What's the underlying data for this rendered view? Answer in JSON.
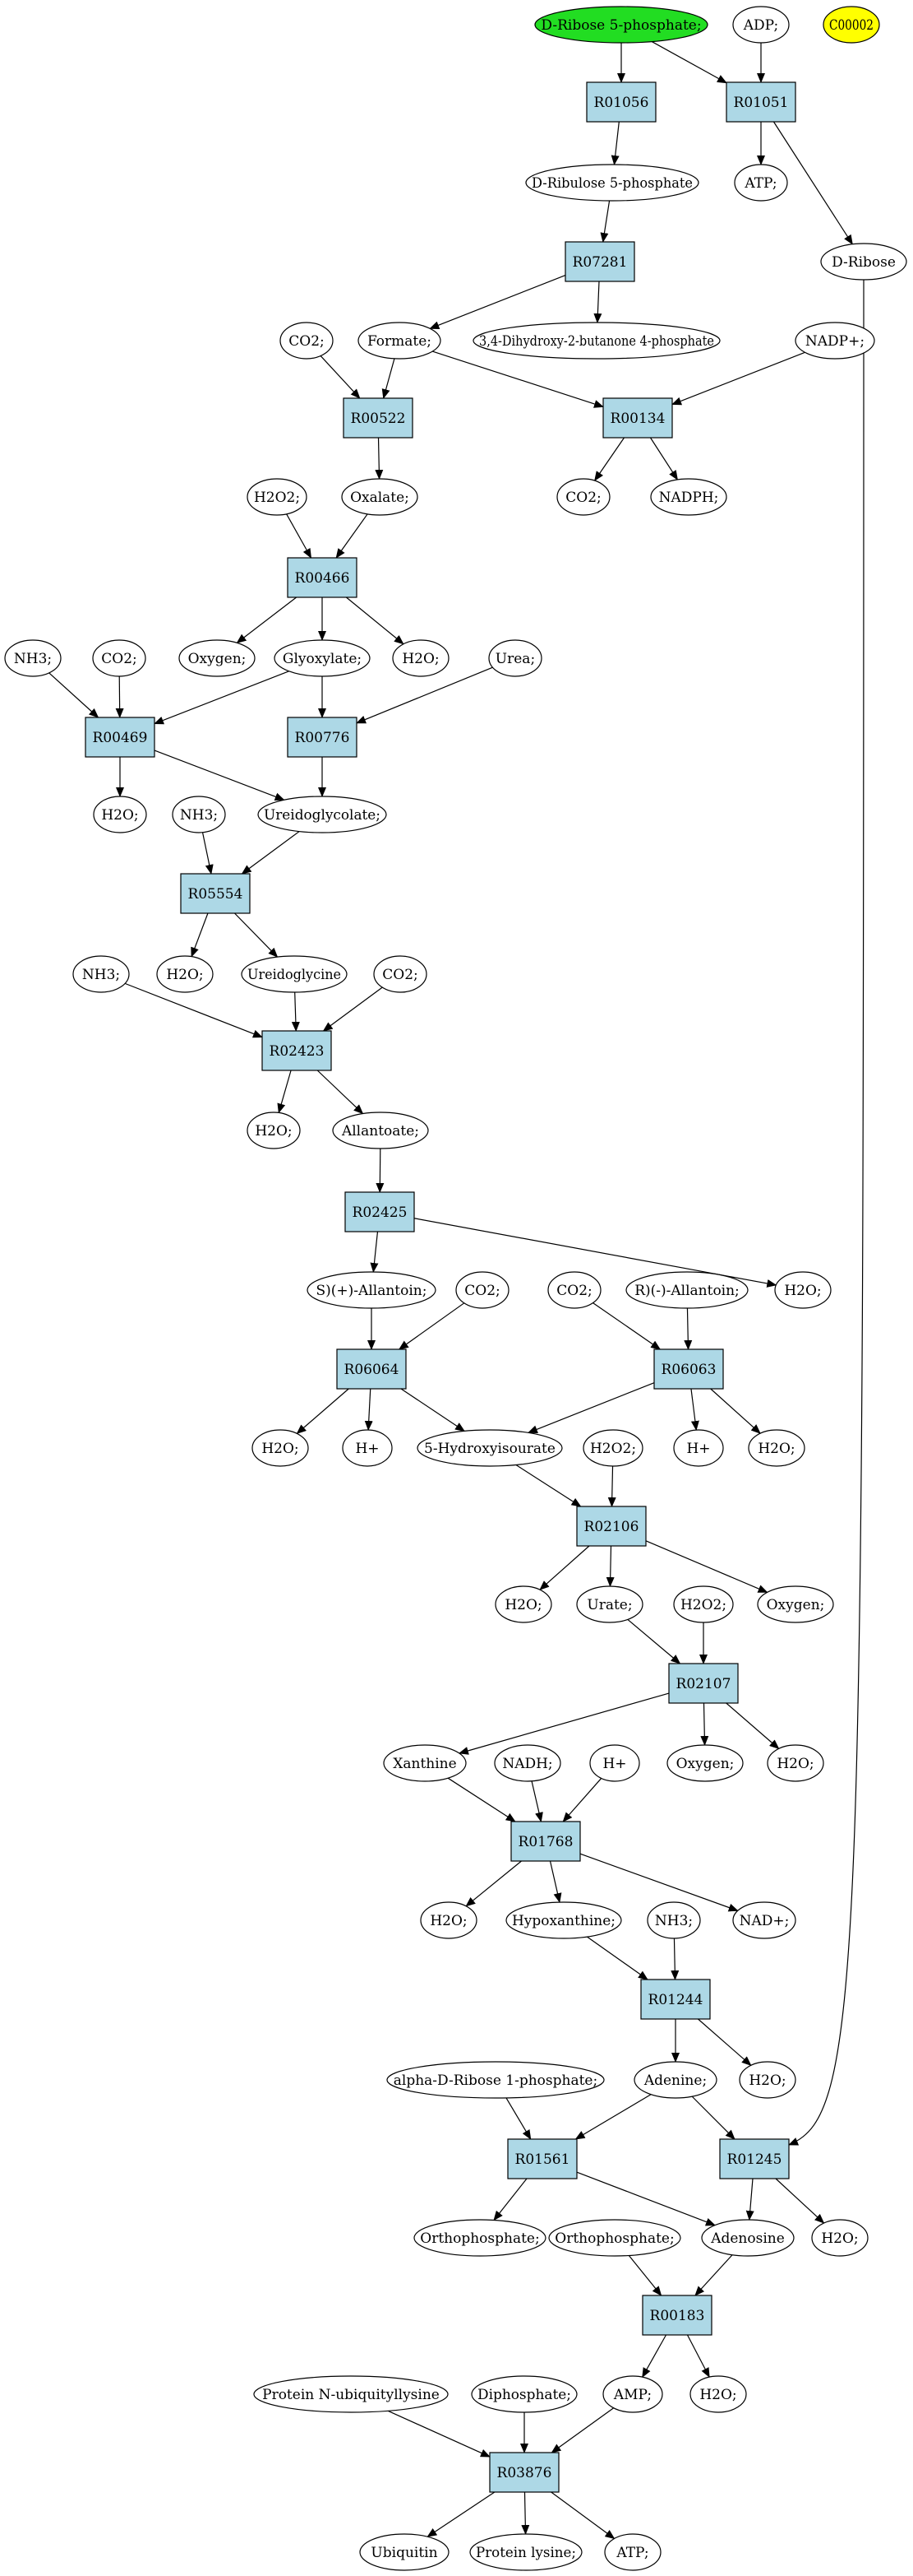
{
  "colors": {
    "reaction": "#add8e6",
    "compound": "#ffffff",
    "highlight_start": "#22dd22",
    "highlight_special": "#ffff00"
  },
  "nodes": [
    {
      "id": "ribose5p",
      "kind": "compound",
      "label": "D-Ribose 5-phosphate;",
      "fill": "#22dd22"
    },
    {
      "id": "adp",
      "kind": "compound",
      "label": "ADP;"
    },
    {
      "id": "c00002",
      "kind": "compound",
      "label": "C00002",
      "fill": "#ffff00"
    },
    {
      "id": "r01056",
      "kind": "reaction",
      "label": "R01056"
    },
    {
      "id": "r01051",
      "kind": "reaction",
      "label": "R01051"
    },
    {
      "id": "ribulose5p",
      "kind": "compound",
      "label": "D-Ribulose 5-phosphate"
    },
    {
      "id": "atp1",
      "kind": "compound",
      "label": "ATP;"
    },
    {
      "id": "dribose",
      "kind": "compound",
      "label": "D-Ribose"
    },
    {
      "id": "r07281",
      "kind": "reaction",
      "label": "R07281"
    },
    {
      "id": "co2a",
      "kind": "compound",
      "label": "CO2;"
    },
    {
      "id": "formate",
      "kind": "compound",
      "label": "Formate;"
    },
    {
      "id": "dihydroxy",
      "kind": "compound",
      "label": "3,4-Dihydroxy-2-butanone 4-phosphate"
    },
    {
      "id": "nadp",
      "kind": "compound",
      "label": "NADP+;"
    },
    {
      "id": "r00522",
      "kind": "reaction",
      "label": "R00522"
    },
    {
      "id": "r00134",
      "kind": "reaction",
      "label": "R00134"
    },
    {
      "id": "co2b",
      "kind": "compound",
      "label": "CO2;"
    },
    {
      "id": "nadph",
      "kind": "compound",
      "label": "NADPH;"
    },
    {
      "id": "h2o2a",
      "kind": "compound",
      "label": "H2O2;"
    },
    {
      "id": "oxalate",
      "kind": "compound",
      "label": "Oxalate;"
    },
    {
      "id": "r00466",
      "kind": "reaction",
      "label": "R00466"
    },
    {
      "id": "nh3a",
      "kind": "compound",
      "label": "NH3;"
    },
    {
      "id": "co2c",
      "kind": "compound",
      "label": "CO2;"
    },
    {
      "id": "oxygen1",
      "kind": "compound",
      "label": "Oxygen;"
    },
    {
      "id": "glyoxylate",
      "kind": "compound",
      "label": "Glyoxylate;"
    },
    {
      "id": "h2oa",
      "kind": "compound",
      "label": "H2O;"
    },
    {
      "id": "urea",
      "kind": "compound",
      "label": "Urea;"
    },
    {
      "id": "r00469",
      "kind": "reaction",
      "label": "R00469"
    },
    {
      "id": "r00776",
      "kind": "reaction",
      "label": "R00776"
    },
    {
      "id": "h2ob",
      "kind": "compound",
      "label": "H2O;"
    },
    {
      "id": "nh3b",
      "kind": "compound",
      "label": "NH3;"
    },
    {
      "id": "ureidoglycolate",
      "kind": "compound",
      "label": "Ureidoglycolate;"
    },
    {
      "id": "r05554",
      "kind": "reaction",
      "label": "R05554"
    },
    {
      "id": "nh3c",
      "kind": "compound",
      "label": "NH3;"
    },
    {
      "id": "h2oc",
      "kind": "compound",
      "label": "H2O;"
    },
    {
      "id": "ureidoglycine",
      "kind": "compound",
      "label": "Ureidoglycine"
    },
    {
      "id": "co2d",
      "kind": "compound",
      "label": "CO2;"
    },
    {
      "id": "r02423",
      "kind": "reaction",
      "label": "R02423"
    },
    {
      "id": "h2od",
      "kind": "compound",
      "label": "H2O;"
    },
    {
      "id": "allantoate",
      "kind": "compound",
      "label": "Allantoate;"
    },
    {
      "id": "r02425",
      "kind": "reaction",
      "label": "R02425"
    },
    {
      "id": "sallantoin",
      "kind": "compound",
      "label": "S)(+)-Allantoin;"
    },
    {
      "id": "co2e",
      "kind": "compound",
      "label": "CO2;"
    },
    {
      "id": "co2f",
      "kind": "compound",
      "label": "CO2;"
    },
    {
      "id": "rallantoin",
      "kind": "compound",
      "label": "R)(-)-Allantoin;"
    },
    {
      "id": "h2oe",
      "kind": "compound",
      "label": "H2O;"
    },
    {
      "id": "r06064",
      "kind": "reaction",
      "label": "R06064"
    },
    {
      "id": "r06063",
      "kind": "reaction",
      "label": "R06063"
    },
    {
      "id": "h2of",
      "kind": "compound",
      "label": "H2O;"
    },
    {
      "id": "hplus1",
      "kind": "compound",
      "label": "H+"
    },
    {
      "id": "hydroxyisourate",
      "kind": "compound",
      "label": "5-Hydroxyisourate"
    },
    {
      "id": "h2o2b",
      "kind": "compound",
      "label": "H2O2;"
    },
    {
      "id": "hplus2",
      "kind": "compound",
      "label": "H+"
    },
    {
      "id": "h2og",
      "kind": "compound",
      "label": "H2O;"
    },
    {
      "id": "r02106",
      "kind": "reaction",
      "label": "R02106"
    },
    {
      "id": "h2oh",
      "kind": "compound",
      "label": "H2O;"
    },
    {
      "id": "urate",
      "kind": "compound",
      "label": "Urate;"
    },
    {
      "id": "h2o2c",
      "kind": "compound",
      "label": "H2O2;"
    },
    {
      "id": "oxygen2",
      "kind": "compound",
      "label": "Oxygen;"
    },
    {
      "id": "r02107",
      "kind": "reaction",
      "label": "R02107"
    },
    {
      "id": "xanthine",
      "kind": "compound",
      "label": "Xanthine"
    },
    {
      "id": "nadh",
      "kind": "compound",
      "label": "NADH;"
    },
    {
      "id": "hplus3",
      "kind": "compound",
      "label": "H+"
    },
    {
      "id": "oxygen3",
      "kind": "compound",
      "label": "Oxygen;"
    },
    {
      "id": "h2oi",
      "kind": "compound",
      "label": "H2O;"
    },
    {
      "id": "r01768",
      "kind": "reaction",
      "label": "R01768"
    },
    {
      "id": "h2oj",
      "kind": "compound",
      "label": "H2O;"
    },
    {
      "id": "hypoxanthine",
      "kind": "compound",
      "label": "Hypoxanthine;"
    },
    {
      "id": "nh3d",
      "kind": "compound",
      "label": "NH3;"
    },
    {
      "id": "nadplus",
      "kind": "compound",
      "label": "NAD+;"
    },
    {
      "id": "r01244",
      "kind": "reaction",
      "label": "R01244"
    },
    {
      "id": "adr1p",
      "kind": "compound",
      "label": "alpha-D-Ribose 1-phosphate;"
    },
    {
      "id": "adenine",
      "kind": "compound",
      "label": "Adenine;"
    },
    {
      "id": "h2ok",
      "kind": "compound",
      "label": "H2O;"
    },
    {
      "id": "r01561",
      "kind": "reaction",
      "label": "R01561"
    },
    {
      "id": "r01245",
      "kind": "reaction",
      "label": "R01245"
    },
    {
      "id": "ortho1",
      "kind": "compound",
      "label": "Orthophosphate;"
    },
    {
      "id": "ortho2",
      "kind": "compound",
      "label": "Orthophosphate;"
    },
    {
      "id": "adenosine",
      "kind": "compound",
      "label": "Adenosine"
    },
    {
      "id": "h2ol",
      "kind": "compound",
      "label": "H2O;"
    },
    {
      "id": "r00183",
      "kind": "reaction",
      "label": "R00183"
    },
    {
      "id": "protnub",
      "kind": "compound",
      "label": "Protein N-ubiquityllysine"
    },
    {
      "id": "diphosphate",
      "kind": "compound",
      "label": "Diphosphate;"
    },
    {
      "id": "amp",
      "kind": "compound",
      "label": "AMP;"
    },
    {
      "id": "h2om",
      "kind": "compound",
      "label": "H2O;"
    },
    {
      "id": "r03876",
      "kind": "reaction",
      "label": "R03876"
    },
    {
      "id": "ubiquitin",
      "kind": "compound",
      "label": "Ubiquitin"
    },
    {
      "id": "protlys",
      "kind": "compound",
      "label": "Protein lysine;"
    },
    {
      "id": "atp2",
      "kind": "compound",
      "label": "ATP;"
    }
  ],
  "edges": [
    [
      "ribose5p",
      "r01056"
    ],
    [
      "ribose5p",
      "r01051"
    ],
    [
      "adp",
      "r01051"
    ],
    [
      "r01056",
      "ribulose5p"
    ],
    [
      "r01051",
      "atp1"
    ],
    [
      "r01051",
      "dribose"
    ],
    [
      "ribulose5p",
      "r07281"
    ],
    [
      "r07281",
      "formate"
    ],
    [
      "r07281",
      "dihydroxy"
    ],
    [
      "co2a",
      "r00522"
    ],
    [
      "formate",
      "r00522"
    ],
    [
      "formate",
      "r00134"
    ],
    [
      "nadp",
      "r00134"
    ],
    [
      "r00522",
      "oxalate"
    ],
    [
      "r00134",
      "co2b"
    ],
    [
      "r00134",
      "nadph"
    ],
    [
      "h2o2a",
      "r00466"
    ],
    [
      "oxalate",
      "r00466"
    ],
    [
      "r00466",
      "oxygen1"
    ],
    [
      "r00466",
      "glyoxylate"
    ],
    [
      "r00466",
      "h2oa"
    ],
    [
      "nh3a",
      "r00469"
    ],
    [
      "co2c",
      "r00469"
    ],
    [
      "glyoxylate",
      "r00469"
    ],
    [
      "glyoxylate",
      "r00776"
    ],
    [
      "urea",
      "r00776"
    ],
    [
      "r00469",
      "h2ob"
    ],
    [
      "r00469",
      "ureidoglycolate"
    ],
    [
      "r00776",
      "ureidoglycolate"
    ],
    [
      "nh3b",
      "r05554"
    ],
    [
      "ureidoglycolate",
      "r05554"
    ],
    [
      "r05554",
      "h2oc"
    ],
    [
      "r05554",
      "ureidoglycine"
    ],
    [
      "nh3c",
      "r02423"
    ],
    [
      "ureidoglycine",
      "r02423"
    ],
    [
      "co2d",
      "r02423"
    ],
    [
      "r02423",
      "h2od"
    ],
    [
      "r02423",
      "allantoate"
    ],
    [
      "allantoate",
      "r02425"
    ],
    [
      "r02425",
      "sallantoin"
    ],
    [
      "r02425",
      "h2oe"
    ],
    [
      "sallantoin",
      "r06064"
    ],
    [
      "co2e",
      "r06064"
    ],
    [
      "co2f",
      "r06063"
    ],
    [
      "rallantoin",
      "r06063"
    ],
    [
      "r06064",
      "h2of"
    ],
    [
      "r06064",
      "hplus1"
    ],
    [
      "r06064",
      "hydroxyisourate"
    ],
    [
      "r06063",
      "hydroxyisourate"
    ],
    [
      "r06063",
      "hplus2"
    ],
    [
      "r06063",
      "h2og"
    ],
    [
      "hydroxyisourate",
      "r02106"
    ],
    [
      "h2o2b",
      "r02106"
    ],
    [
      "r02106",
      "h2oh"
    ],
    [
      "r02106",
      "urate"
    ],
    [
      "r02106",
      "oxygen2"
    ],
    [
      "urate",
      "r02107"
    ],
    [
      "h2o2c",
      "r02107"
    ],
    [
      "r02107",
      "xanthine"
    ],
    [
      "r02107",
      "oxygen3"
    ],
    [
      "r02107",
      "h2oi"
    ],
    [
      "xanthine",
      "r01768"
    ],
    [
      "nadh",
      "r01768"
    ],
    [
      "hplus3",
      "r01768"
    ],
    [
      "r01768",
      "h2oj"
    ],
    [
      "r01768",
      "hypoxanthine"
    ],
    [
      "r01768",
      "nadplus"
    ],
    [
      "hypoxanthine",
      "r01244"
    ],
    [
      "nh3d",
      "r01244"
    ],
    [
      "r01244",
      "adenine"
    ],
    [
      "r01244",
      "h2ok"
    ],
    [
      "adr1p",
      "r01561"
    ],
    [
      "adenine",
      "r01561"
    ],
    [
      "adenine",
      "r01245"
    ],
    [
      "dribose",
      "r01245"
    ],
    [
      "r01561",
      "ortho1"
    ],
    [
      "r01561",
      "adenosine"
    ],
    [
      "r01245",
      "adenosine"
    ],
    [
      "r01245",
      "h2ol"
    ],
    [
      "ortho2",
      "r00183"
    ],
    [
      "adenosine",
      "r00183"
    ],
    [
      "r00183",
      "amp"
    ],
    [
      "r00183",
      "h2om"
    ],
    [
      "protnub",
      "r03876"
    ],
    [
      "diphosphate",
      "r03876"
    ],
    [
      "amp",
      "r03876"
    ],
    [
      "r03876",
      "ubiquitin"
    ],
    [
      "r03876",
      "protlys"
    ],
    [
      "r03876",
      "atp2"
    ]
  ]
}
